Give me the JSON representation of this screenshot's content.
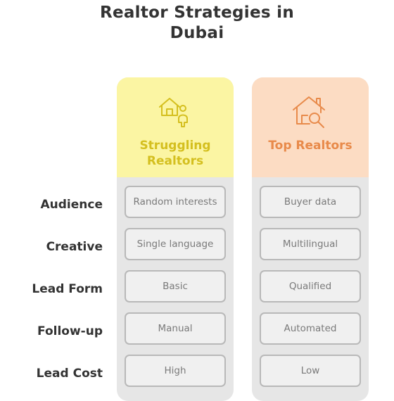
{
  "title_line1": "Realtor Strategies in",
  "title_line2": "Dubai",
  "columns": [
    {
      "title_line1": "Struggling",
      "title_line2": "Realtors",
      "icon": "house-person-icon",
      "color": "#d4bf1f",
      "header_bg": "#fbf5a3",
      "cells": [
        "Random interests",
        "Single language",
        "Basic",
        "Manual",
        "High"
      ]
    },
    {
      "title_line1": "Top Realtors",
      "title_line2": "",
      "icon": "house-magnifier-icon",
      "color": "#e88a4a",
      "header_bg": "#fcdcc3",
      "cells": [
        "Buyer data",
        "Multilingual",
        "Qualified",
        "Automated",
        "Low"
      ]
    }
  ],
  "rows": [
    "Audience",
    "Creative",
    "Lead Form",
    "Follow-up",
    "Lead Cost"
  ]
}
